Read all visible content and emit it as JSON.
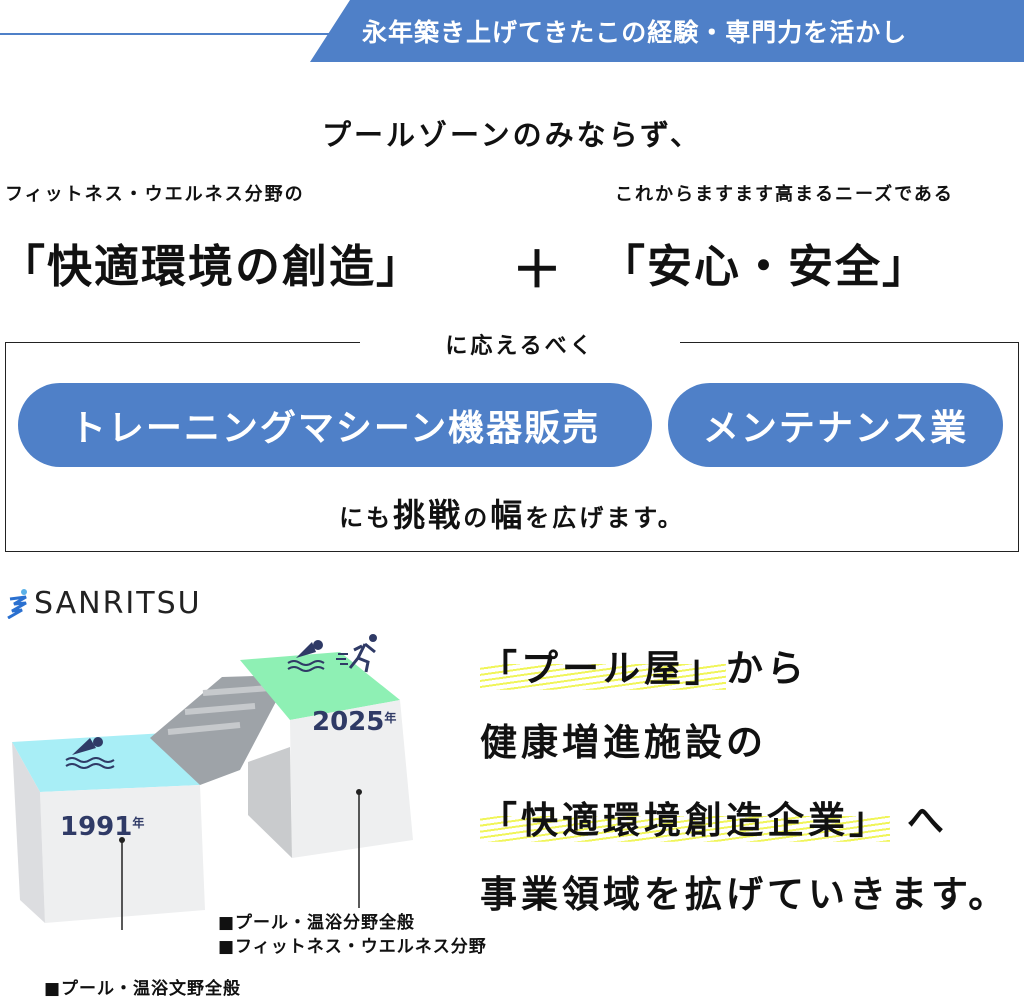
{
  "banner": {
    "text": "永年築き上げてきたこの経験・専門力を活かし"
  },
  "headline": "プールゾーンのみならず、",
  "left_small": "フィットネス・ウエルネス分野の",
  "right_small": "これからますます高まるニーズである",
  "left_big": "「快適環境の創造」",
  "plus": "＋",
  "right_big": "「安心・安全」",
  "box": {
    "label": "に応えるべく",
    "pill1": "トレーニングマシーン機器販売",
    "pill2": "メンテナンス業",
    "tail_a": "にも",
    "tail_b": "挑戦",
    "tail_c": "の",
    "tail_d": "幅",
    "tail_e": "を広げます。"
  },
  "logo": "SANRITSU",
  "stairs": {
    "year1": "1991",
    "year2": "2025",
    "year_suffix": "年",
    "cap1": "■プール・温浴文野全般",
    "cap2a": "■プール・温浴分野全般",
    "cap2b": "■フィットネス・ウエルネス分野"
  },
  "right_text": {
    "l1a": "「プール屋」",
    "l1b": "から",
    "l2": "健康増進施設の",
    "l3a": "「快適環境創造企業」",
    "l3b": " へ",
    "l4": "事業領域を拡げていきます。"
  },
  "colors": {
    "accent": "#4f80c8",
    "highlight": "#f0f55a"
  }
}
